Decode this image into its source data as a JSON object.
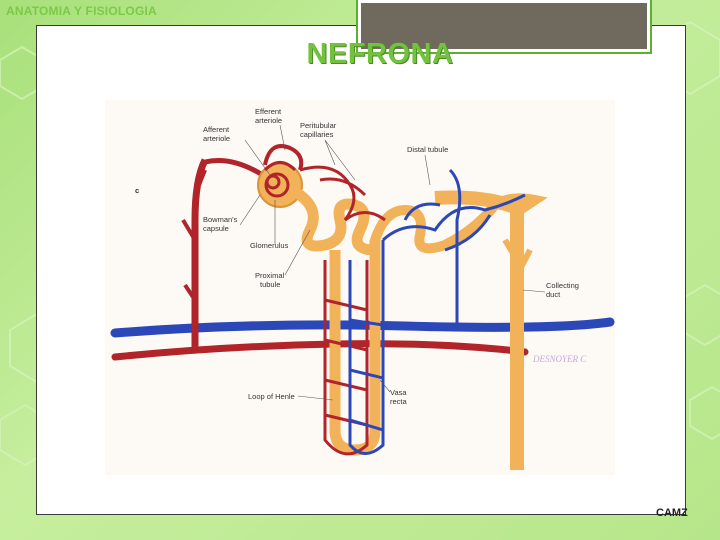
{
  "header": {
    "text": "ANATOMIA Y FISIOLOGIA"
  },
  "title": "NEFRONA",
  "diagram": {
    "panel_letter": "c",
    "labels": {
      "afferent_line1": "Afferent",
      "afferent_line2": "arteriole",
      "efferent_line1": "Efferent",
      "efferent_line2": "arteriole",
      "peritubular_line1": "Peritubular",
      "peritubular_line2": "capillaries",
      "distal": "Distal tubule",
      "bowman_line1": "Bowman's",
      "bowman_line2": "capsule",
      "glomerulus": "Glomerulus",
      "proximal_line1": "Proximal",
      "proximal_line2": "tubule",
      "collecting_line1": "Collecting",
      "collecting_line2": "duct",
      "loop": "Loop of Henle",
      "vasa_line1": "Vasa",
      "vasa_line2": "recta",
      "signature": "DESNOYER C"
    },
    "colors": {
      "artery": "#b0242a",
      "vein": "#2b47b8",
      "tubule": "#f2b25a"
    }
  },
  "footer": {
    "text": "CAMZ"
  }
}
